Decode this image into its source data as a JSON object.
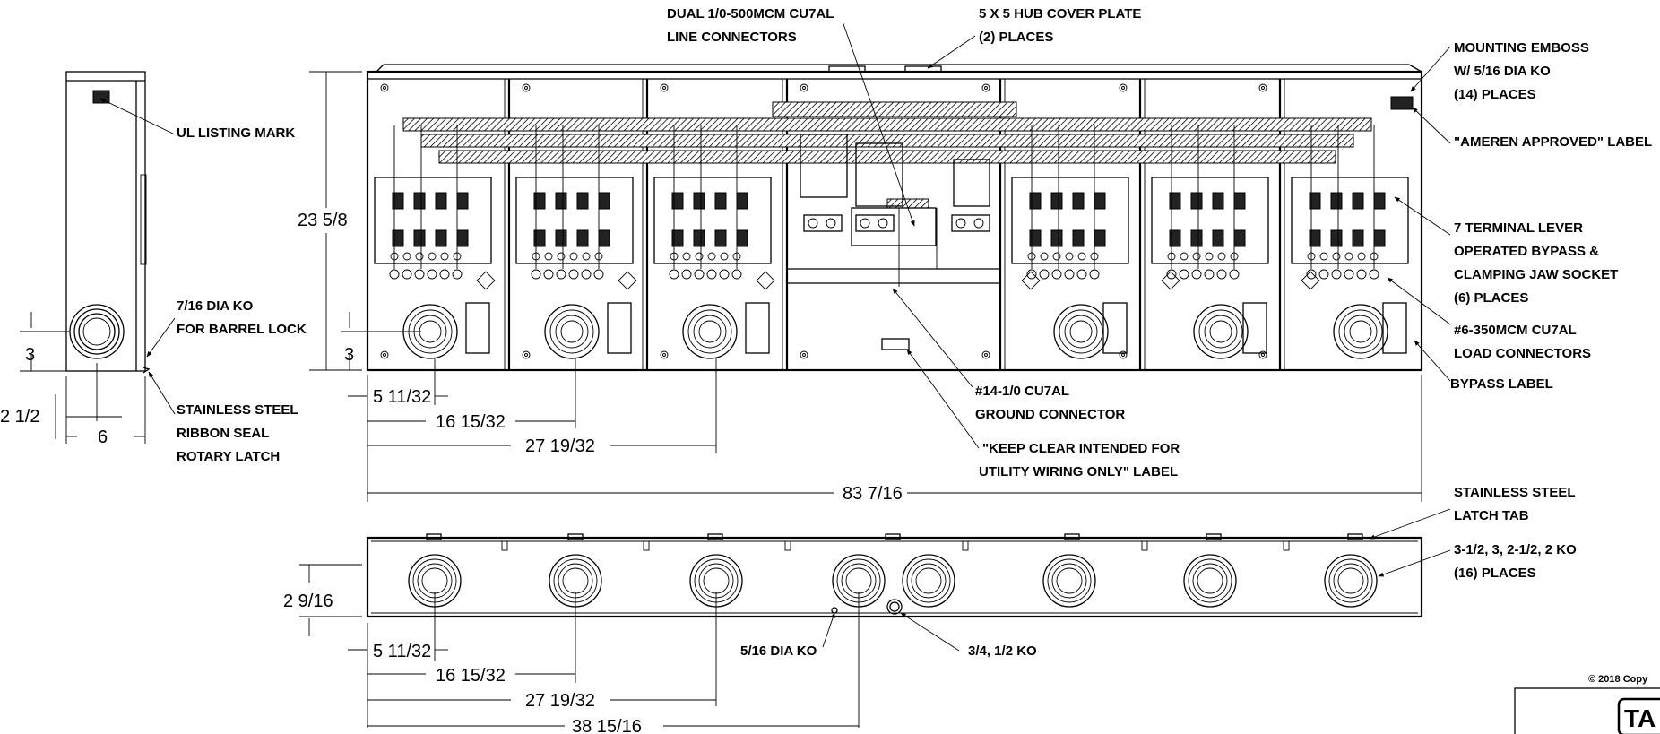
{
  "callouts": {
    "line_connectors_1": "DUAL 1/0-500MCM CU7AL",
    "line_connectors_2": "LINE CONNECTORS",
    "hub_cover_1": "5 X 5 HUB COVER PLATE",
    "hub_cover_2": "(2) PLACES",
    "mounting_emboss_1": "MOUNTING EMBOSS",
    "mounting_emboss_2": "W/ 5/16 DIA KO",
    "mounting_emboss_3": "(14) PLACES",
    "ameren_label": "\"AMEREN APPROVED\" LABEL",
    "ul_listing": "UL LISTING MARK",
    "terminal_1": "7 TERMINAL LEVER",
    "terminal_2": "OPERATED BYPASS &",
    "terminal_3": "CLAMPING JAW SOCKET",
    "terminal_4": "(6) PLACES",
    "barrel_lock_1": "7/16 DIA KO",
    "barrel_lock_2": "FOR BARREL LOCK",
    "load_connectors_1": "#6-350MCM CU7AL",
    "load_connectors_2": "LOAD CONNECTORS",
    "bypass_label": "BYPASS LABEL",
    "ground_1": "#14-1/0 CU7AL",
    "ground_2": "GROUND CONNECTOR",
    "latch_1": "STAINLESS STEEL",
    "latch_2": "RIBBON SEAL",
    "latch_3": "ROTARY LATCH",
    "keep_clear_1": "\"KEEP CLEAR INTENDED FOR",
    "keep_clear_2": "UTILITY WIRING ONLY\" LABEL",
    "latch_tab_1": "STAINLESS STEEL",
    "latch_tab_2": "LATCH TAB",
    "ko_sizes_1": "3-1/2, 3, 2-1/2, 2 KO",
    "ko_sizes_2": "(16) PLACES",
    "ko_516": "5/16 DIA KO",
    "ko_34": "3/4, 1/2 KO",
    "copyright": "© 2018 Copy",
    "logo_fragment": "TA"
  },
  "dimensions": {
    "height": "23 5/8",
    "side_ko_height": "3",
    "front_ko_height": "3",
    "side_depth": "2 1/2",
    "side_ko_offset": "6",
    "d1": "5 11/32",
    "d2": "16 15/32",
    "d3": "27 19/32",
    "width": "83 7/16",
    "bottom_height": "2 9/16",
    "b1": "5 11/32",
    "b2": "16 15/32",
    "b3": "27 19/32",
    "b4": "38 15/16"
  },
  "colors": {
    "ink": "#000000",
    "paper": "#ffffff"
  }
}
